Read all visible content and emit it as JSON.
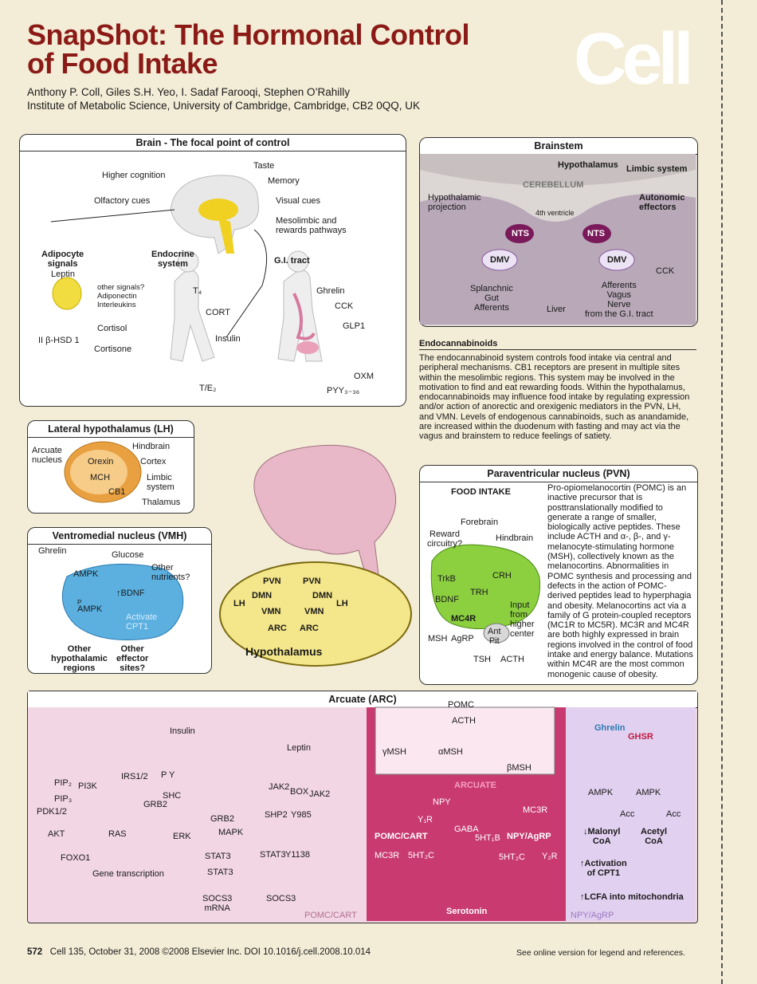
{
  "header": {
    "title_line1": "SnapShot: The Hormonal Control",
    "title_line2": "of Food Intake",
    "authors": "Anthony P. Coll, Giles S.H. Yeo, I. Sadaf Farooqi, Stephen O’Rahilly",
    "institute": "Institute of Metabolic Science, University of Cambridge, Cambridge, CB2 0QQ, UK",
    "logo": "Cell"
  },
  "brain_panel": {
    "title": "Brain - The focal point of control",
    "labels": {
      "taste": "Taste",
      "memory": "Memory",
      "higher": "Higher cognition",
      "olfactory": "Olfactory cues",
      "visual": "Visual cues",
      "meso": "Mesolimbic and",
      "meso2": "rewards pathways",
      "adipocyte": "Adipocyte",
      "signals": "signals",
      "leptin": "Leptin",
      "endocrine": "Endocrine",
      "system": "system",
      "gi": "G.I. tract",
      "other1": "other signals?",
      "other2": "Adiponectin",
      "other3": "Interleukins",
      "t4": "T₄",
      "cort": "CORT",
      "cortisol": "Cortisol",
      "cortisone": "Cortisone",
      "hsd": "II β-HSD 1",
      "insulin": "Insulin",
      "te2": "T/E₂",
      "ghrelin": "Ghrelin",
      "cck": "CCK",
      "glp1": "GLP1",
      "oxm": "OXM",
      "pyy": "PYY₃₋₃₆"
    }
  },
  "brainstem": {
    "title": "Brainstem",
    "labels": {
      "hyp": "Hypothalamus",
      "limbic": "Limbic system",
      "cereb": "CEREBELLUM",
      "hproj": "Hypothalamic",
      "hproj2": "projection",
      "auto": "Autonomic",
      "auto2": "effectors",
      "vent": "4th ventricle",
      "nts": "NTS",
      "dmv": "DMV",
      "cck": "CCK",
      "splanch": "Splanchnic",
      "gut": "Gut",
      "aff": "Afferents",
      "liver": "Liver",
      "aff2": "Afferents",
      "vagus": "Vagus",
      "nerve": "Nerve",
      "from": "from the G.I. tract"
    }
  },
  "endo": {
    "title": "Endocannabinoids",
    "text": "The endocannabinoid system controls food intake via central and peripheral mechanisms.  CB1 receptors are present in multiple sites within the mesolimbic regions.  This system may be involved in the motivation to find and eat rewarding foods.  Within the hypothalamus, endocannabinoids may influence food intake by regulating expression and/or action of anorectic and orexigenic mediators in the PVN, LH, and VMN.  Levels of endogenous cannabinoids, such as anandamide, are increased within the duodenum with fasting and may act via the vagus and brainstem to reduce feelings of satiety."
  },
  "lh": {
    "title": "Lateral hypothalamus (LH)",
    "labels": {
      "arc": "Arcuate",
      "arc2": "nucleus",
      "orexin": "Orexin",
      "mch": "MCH",
      "cb1": "CB1",
      "hind": "Hindbrain",
      "cortex": "Cortex",
      "limbic": "Limbic",
      "limbic2": "system",
      "thal": "Thalamus"
    }
  },
  "vmh": {
    "title": "Ventromedial nucleus (VMH)",
    "labels": {
      "ghrelin": "Ghrelin",
      "glucose": "Glucose",
      "other": "Other",
      "nutr": "nutrients?",
      "ampk": "AMPK",
      "bdnf": "↑BDNF",
      "pampk": "AMPK",
      "p": "P",
      "act": "Activate",
      "cpt": "CPT1",
      "ohr1": "Other",
      "ohr2": "hypothalamic",
      "ohr3": "regions",
      "oes1": "Other",
      "oes2": "effector",
      "oes3": "sites?"
    }
  },
  "hypothalamus": {
    "label": "Hypothalamus",
    "nuclei": {
      "pvn": "PVN",
      "dmn": "DMN",
      "lh": "LH",
      "vmn": "VMN",
      "arc": "ARC"
    }
  },
  "pvn": {
    "title": "Paraventricular nucleus (PVN)",
    "labels": {
      "fi": "FOOD INTAKE",
      "fore": "Forebrain",
      "reward": "Reward",
      "reward2": "circuitry?",
      "hind": "Hindbrain",
      "trkb": "TrkB",
      "bdnf": "BDNF",
      "crh": "CRH",
      "trh": "TRH",
      "mc4r": "MC4R",
      "input": "Input",
      "from": "from",
      "higher": "higher",
      "center": "center",
      "ant": "Ant",
      "pit": "Pit",
      "msh": "MSH",
      "agrp": "AgRP",
      "tsh": "TSH",
      "acth": "ACTH"
    },
    "text": "Pro-opiomelanocortin (POMC) is an inactive precursor that is posttranslationally modified to generate a range of smaller, biologically  active  peptides. These include ACTH and α-, β-, and γ-melanocyte-stimulating hormone (MSH), collectively known as the melanocortins. Abnormalities in POMC synthesis and processing and defects in the action of POMC-derived peptides lead to hyperphagia and obesity. Melanocortins act via a family of G protein-coupled receptors (MC1R to MC5R).  MC3R and MC4R are both highly expressed in brain regions involved in the control of food intake and energy balance. Mutations within MC4R are the most common monogenic cause of obesity."
  },
  "arcuate": {
    "title": "Arcuate (ARC)",
    "labels": {
      "insulin": "Insulin",
      "leptin": "Leptin",
      "irs": "IRS1/2",
      "pi3k": "PI3K",
      "pip2": "PIP₂",
      "pip3": "PIP₃",
      "pdk": "PDK1/2",
      "akt": "AKT",
      "foxo": "FOXO1",
      "grb2": "GRB2",
      "shc": "SHC",
      "ras": "RAS",
      "erk": "ERK",
      "grb2b": "GRB2",
      "mapk": "MAPK",
      "shp2": "SHP2",
      "jak2a": "JAK2",
      "box": "BOX",
      "jak2b": "JAK2",
      "y985": "Y985",
      "stat3a": "STAT3",
      "stat3b": "STAT3",
      "stat3c": "STAT3",
      "y1138": "Y1138",
      "gene": "Gene transcription",
      "socs": "SOCS3",
      "socsm": "mRNA",
      "socs3": "SOCS3",
      "py": "P Y",
      "pomccart_bl": "POMC/CART",
      "pomc": "POMC",
      "acth": "ACTH",
      "gmsh": "γMSH",
      "amsh": "αMSH",
      "bmsh": "βMSH",
      "arcuate": "ARCUATE",
      "npy": "NPY",
      "y1r": "Y₁R",
      "gaba": "GABA",
      "ht1b": "5HT₁B",
      "mc3r": "MC3R",
      "pomccart": "POMC/CART",
      "npyagrp": "NPY/AgRP",
      "mc3r2": "MC3R",
      "ht2c": "5HT₂C",
      "ht2c2": "5HT₂C",
      "y2r": "Y₂R",
      "sero": "Serotonin",
      "ghrelin": "Ghrelin",
      "ghsr": "GHSR",
      "ampk": "AMPK",
      "pampk": "AMPK",
      "acc": "Acc",
      "pacc": "Acc",
      "mal": "↓Malonyl",
      "coa": "CoA",
      "acetyl": "Acetyl",
      "coa2": "CoA",
      "act": "↑Activation",
      "cpt": "of CPT1",
      "lcfa": "↑LCFA into mitochondria",
      "npyagrp_bl": "NPY/AgRP"
    }
  },
  "footer": {
    "page": "572",
    "cite": "Cell 135, October 31, 2008 ©2008 Elsevier Inc.   DOI 10.1016/j.cell.2008.10.014",
    "note": "See online version for legend and references."
  }
}
